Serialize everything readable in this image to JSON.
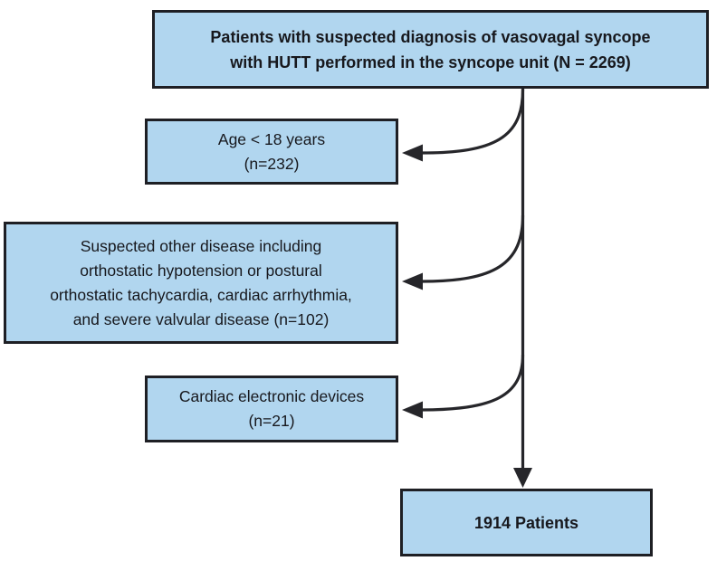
{
  "theme": {
    "bg": "#ffffff",
    "box-fill": "#b1d6ef",
    "box-border": "#1e1f24",
    "arrow-color": "#26262a",
    "text-color": "#17181d"
  },
  "flowchart": {
    "population_box": {
      "line1": "Patients with suspected diagnosis of vasovagal syncope",
      "line2": "with HUTT performed in the syncope unit (N = 2269)"
    },
    "exclusion_boxes": [
      {
        "line1": "Age < 18 years",
        "line2": "(n=232)"
      },
      {
        "line1": "Suspected other disease including",
        "line2": "orthostatic hypotension or postural",
        "line3": "orthostatic tachycardia, cardiac arrhythmia,",
        "line4": "and severe valvular disease (n=102)"
      },
      {
        "line1": "Cardiac electronic devices",
        "line2": "(n=21)"
      }
    ],
    "result_box": {
      "line1": "1914 Patients"
    }
  }
}
